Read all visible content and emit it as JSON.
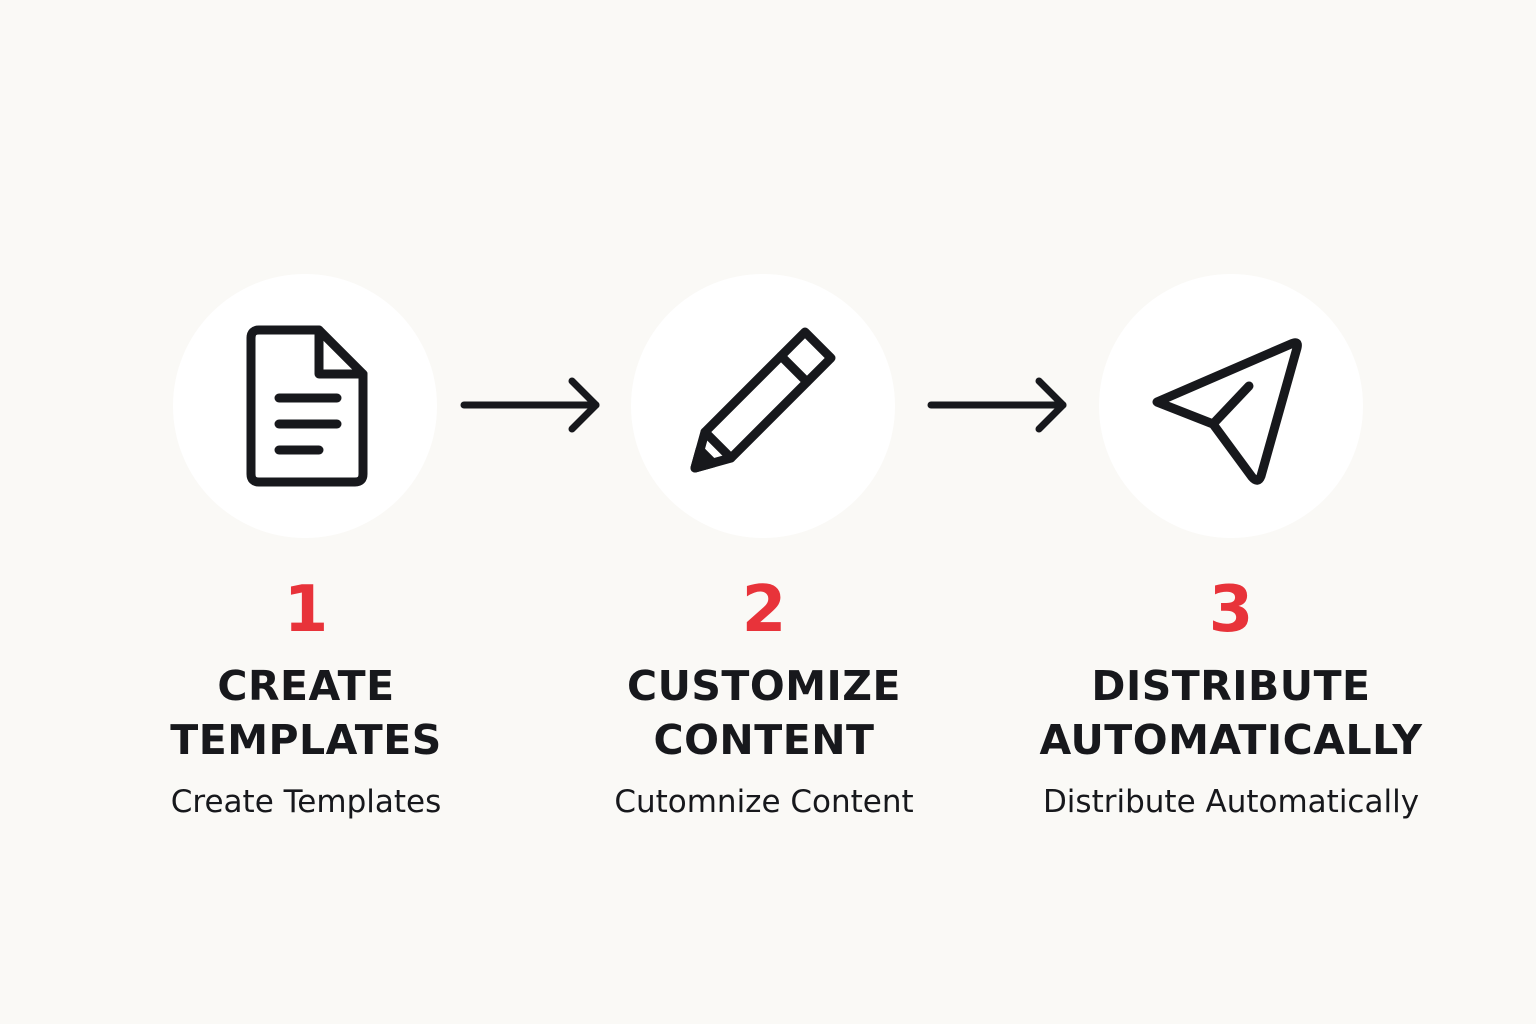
{
  "colors": {
    "background": "#faf9f6",
    "circle": "#ffffff",
    "accent": "#e8333a",
    "ink": "#17181c"
  },
  "steps": [
    {
      "number": "1",
      "title_line1": "CREATE",
      "title_line2": "TEMPLATES",
      "subtitle": "Create Templates",
      "icon": "document-icon"
    },
    {
      "number": "2",
      "title_line1": "CUSTOMIZE",
      "title_line2": "CONTENT",
      "subtitle": "Cutomnize Content",
      "icon": "pencil-icon"
    },
    {
      "number": "3",
      "title_line1": "DISTRIBUTE",
      "title_line2": "AUTOMATICALLY",
      "subtitle": "Distribute Automatically",
      "icon": "paper-plane-icon"
    }
  ]
}
